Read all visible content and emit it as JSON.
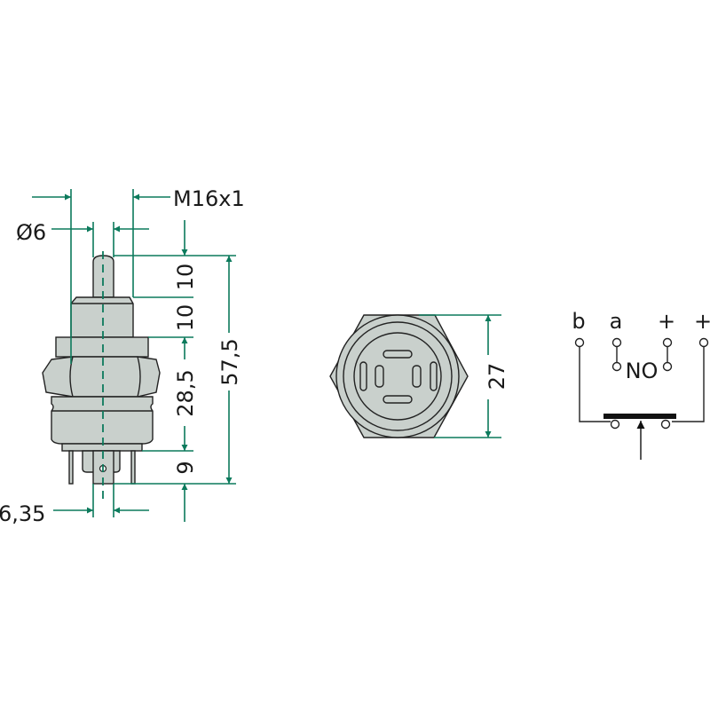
{
  "colors": {
    "dimension": "#0c7a5c",
    "part_fill": "#c9d0cc",
    "outline": "#222222"
  },
  "side_view": {
    "thread_label": "M16x1",
    "plunger_diameter_label": "Ø6",
    "tab_width_label": "6,35",
    "dims": {
      "plunger_height": "10",
      "collar_height": "10",
      "body_height": "28,5",
      "terminal_height": "9",
      "total_height": "57,5"
    }
  },
  "top_view": {
    "width_across_flats_label": "27"
  },
  "schematic": {
    "terminals": [
      "b",
      "a",
      "+",
      "+"
    ],
    "contact_type": "NO"
  }
}
